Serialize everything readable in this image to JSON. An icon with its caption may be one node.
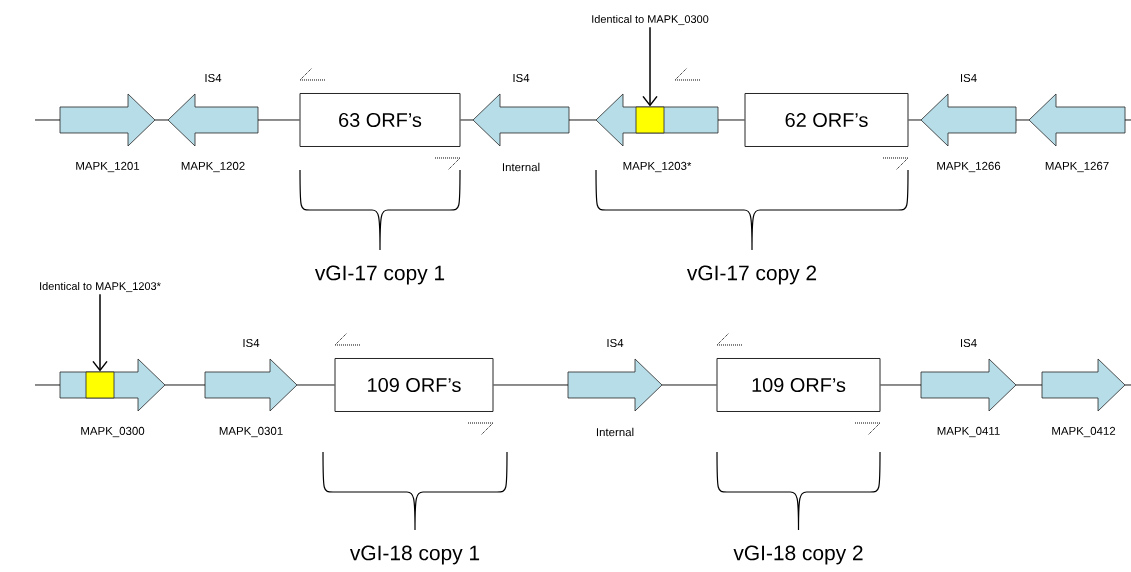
{
  "diagram": {
    "nodes": [
      {
        "text": [],
        "shape": "arrow",
        "beside": [
          "MAPK_1201"
        ]
      },
      {
        "text": [],
        "shape": "arrow",
        "beside": [
          "IS4",
          "MAPK_1202"
        ]
      },
      {
        "text": [
          "63 ORF’s"
        ]
      },
      {
        "text": [],
        "shape": "arrow",
        "beside": [
          "IS4",
          "Internal"
        ]
      },
      {
        "text": [
          "Identical to MAPK_0300"
        ]
      },
      {
        "text": [],
        "shape": "arrow",
        "beside": [
          "MAPK_1203*"
        ]
      },
      {
        "text": [],
        "shape": "box",
        "in": 5
      },
      {
        "text": [
          "62 ORF’s"
        ]
      },
      {
        "text": [],
        "shape": "arrow",
        "beside": [
          "IS4",
          "MAPK_1266"
        ]
      },
      {
        "text": [],
        "shape": "arrow",
        "beside": [
          "MAPK_1267"
        ]
      },
      {
        "text": [
          "Identical to MAPK_1203*"
        ]
      },
      {
        "text": [],
        "shape": "arrow",
        "beside": [
          "MAPK_0300"
        ]
      },
      {
        "text": [],
        "shape": "box",
        "in": 11
      },
      {
        "text": [],
        "shape": "arrow",
        "beside": [
          "IS4",
          "MAPK_0301"
        ]
      },
      {
        "text": [
          "109 ORF’s"
        ]
      },
      {
        "text": [],
        "shape": "arrow",
        "beside": [
          "IS4",
          "Internal"
        ]
      },
      {
        "text": [
          "109 ORF’s"
        ]
      },
      {
        "text": [],
        "shape": "arrow",
        "beside": [
          "IS4",
          "MAPK_0411"
        ]
      },
      {
        "text": [],
        "shape": "arrow",
        "beside": [
          "MAPK_0412"
        ]
      }
    ],
    "edges": [
      {
        "from": null,
        "to": 0,
        "arrow": "none"
      },
      {
        "from": 0,
        "to": 1,
        "arrow": "none"
      },
      {
        "from": 1,
        "to": 2,
        "arrow": "none"
      },
      {
        "from": 2,
        "to": 3,
        "arrow": "none"
      },
      {
        "from": 3,
        "to": 5,
        "arrow": "none"
      },
      {
        "from": 5,
        "to": 7,
        "arrow": "none"
      },
      {
        "from": 7,
        "to": 8,
        "arrow": "none"
      },
      {
        "from": 8,
        "to": 9,
        "arrow": "none"
      },
      {
        "from": 9,
        "to": null,
        "arrow": "none"
      },
      {
        "from": 4,
        "to": 6,
        "arrow": "to"
      },
      {
        "from": null,
        "to": 11,
        "arrow": "none"
      },
      {
        "from": 11,
        "to": 13,
        "arrow": "none"
      },
      {
        "from": 13,
        "to": 14,
        "arrow": "none"
      },
      {
        "from": 14,
        "to": 15,
        "arrow": "none"
      },
      {
        "from": 15,
        "to": 16,
        "arrow": "none"
      },
      {
        "from": 16,
        "to": 17,
        "arrow": "none"
      },
      {
        "from": 17,
        "to": 18,
        "arrow": "none"
      },
      {
        "from": 18,
        "to": null,
        "arrow": "none"
      },
      {
        "from": 10,
        "to": 12,
        "arrow": "to"
      }
    ],
    "labels": [
      "vGI-17 copy 1",
      "vGI-17 copy 2",
      "vGI-18 copy 1",
      "vGI-18 copy 2"
    ]
  }
}
